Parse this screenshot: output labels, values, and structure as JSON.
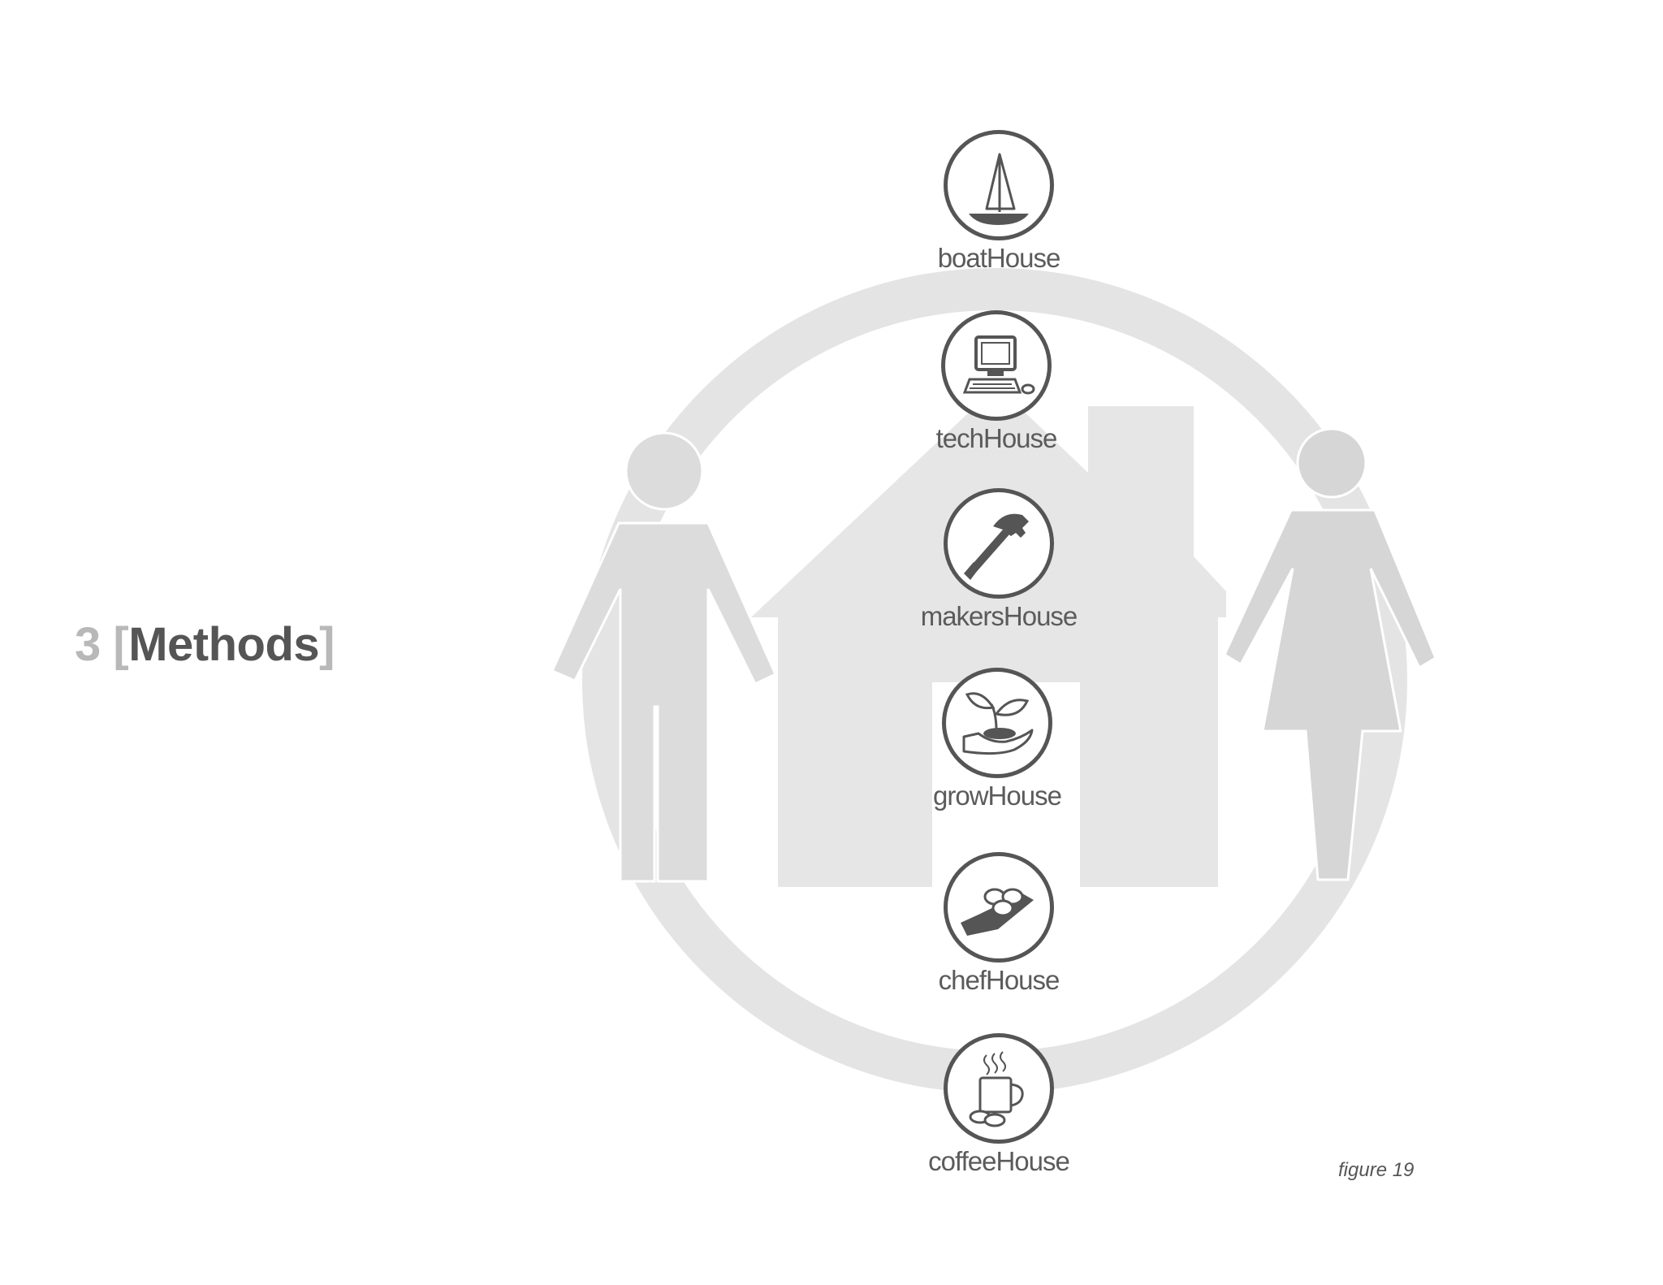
{
  "heading": {
    "number": "3",
    "open_bracket": "[",
    "title": "Methods",
    "close_bracket": "]"
  },
  "houses": [
    {
      "label": "boatHouse",
      "icon": "sailboat-icon"
    },
    {
      "label": "techHouse",
      "icon": "computer-icon"
    },
    {
      "label": "makersHouse",
      "icon": "hammer-icon"
    },
    {
      "label": "growHouse",
      "icon": "sprout-in-hand-icon"
    },
    {
      "label": "chefHouse",
      "icon": "bread-board-icon"
    },
    {
      "label": "coffeeHouse",
      "icon": "coffee-mug-icon"
    }
  ],
  "caption": "figure 19",
  "colors": {
    "background_shapes": "#e2e2e2",
    "icon_dark": "#555555",
    "heading_light": "#b8b8b8"
  }
}
